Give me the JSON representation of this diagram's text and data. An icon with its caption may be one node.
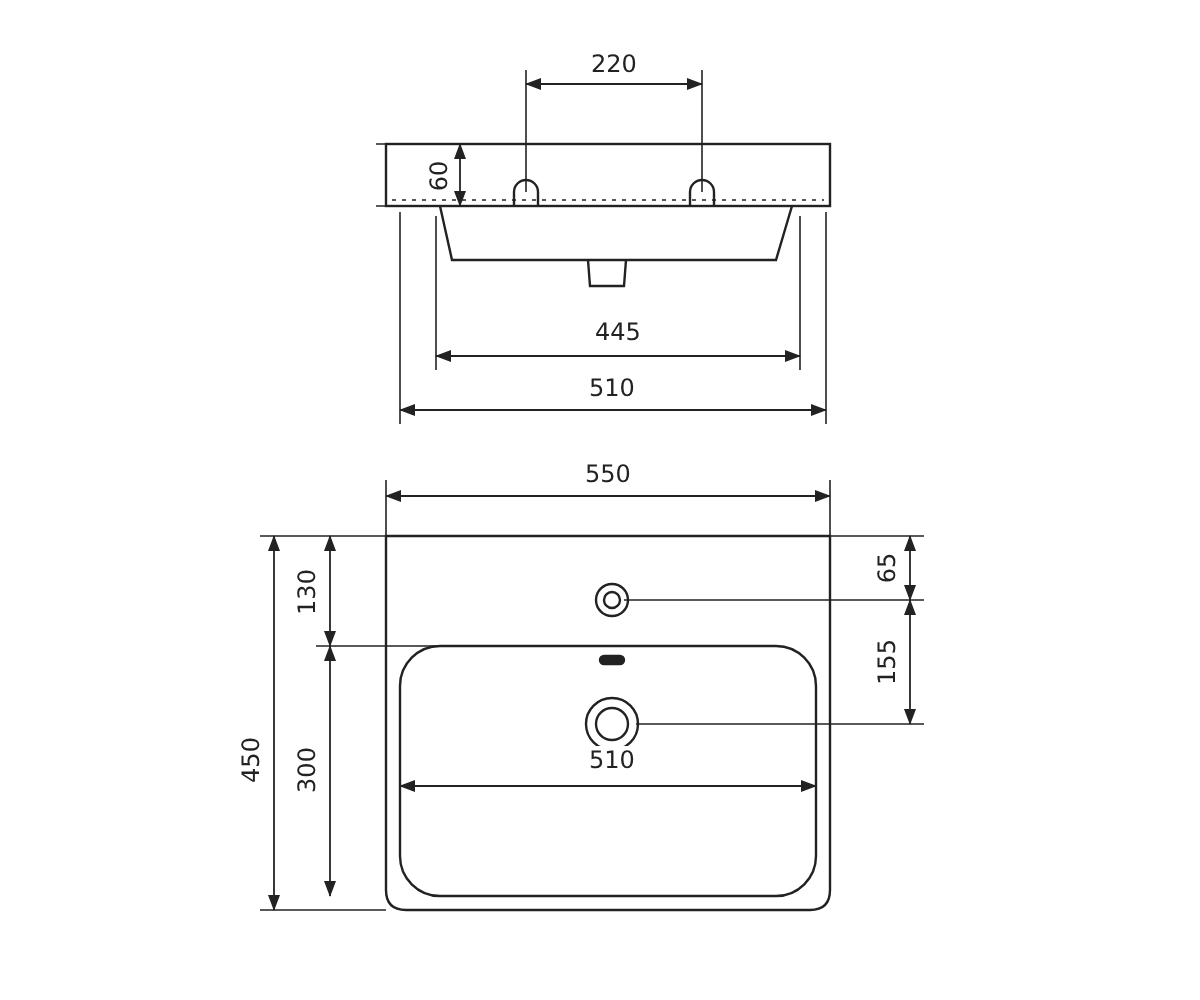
{
  "diagram": {
    "labels": [
      "220",
      "60",
      "445",
      "510",
      "550",
      "65",
      "130",
      "155",
      "450",
      "300",
      "510"
    ]
  }
}
